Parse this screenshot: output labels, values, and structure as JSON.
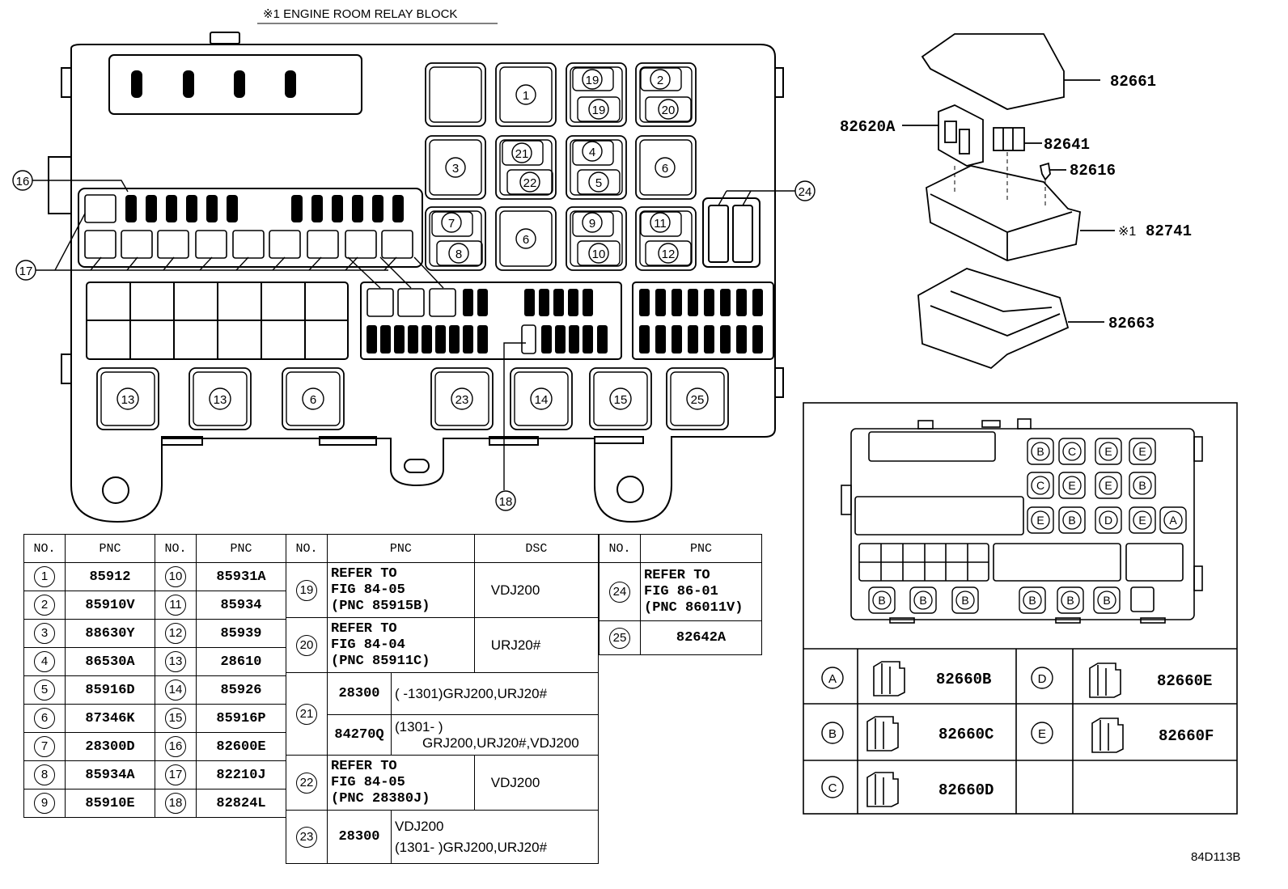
{
  "title": "※1  ENGINE ROOM RELAY BLOCK",
  "figure_code": "84D113B",
  "callouts": {
    "c16": "16",
    "c17": "17",
    "c18": "18",
    "c24": "24",
    "box": [
      "1",
      "3",
      "6",
      "7",
      "8",
      "19",
      "19",
      "21",
      "22",
      "2",
      "20",
      "4",
      "5",
      "6",
      "9",
      "10",
      "11",
      "12",
      "13",
      "13",
      "6",
      "23",
      "14",
      "15",
      "25"
    ]
  },
  "exploded_parts": {
    "cover": "82661",
    "relay_holder": "82620A",
    "small_relay": "82641",
    "terminal": "82616",
    "block_prefix": "※1",
    "block": "82741",
    "bracket": "82663"
  },
  "connector_letters": {
    "row1": [
      "B",
      "C",
      "E",
      "E"
    ],
    "row2": [
      "C",
      "E",
      "E",
      "B"
    ],
    "row3": [
      "E",
      "B",
      "D",
      "E",
      "A"
    ],
    "bottom_left": [
      "B",
      "B",
      "B"
    ],
    "bottom_right": [
      "B",
      "B",
      "B"
    ]
  },
  "connector_legend": [
    {
      "letter": "A",
      "part": "82660B"
    },
    {
      "letter": "D",
      "part": "82660E"
    },
    {
      "letter": "B",
      "part": "82660C"
    },
    {
      "letter": "E",
      "part": "82660F"
    },
    {
      "letter": "C",
      "part": "82660D"
    }
  ],
  "table1": {
    "headers": [
      "NO.",
      "PNC",
      "NO.",
      "PNC"
    ],
    "rows": [
      [
        "1",
        "85912",
        "10",
        "85931A"
      ],
      [
        "2",
        "85910V",
        "11",
        "85934"
      ],
      [
        "3",
        "88630Y",
        "12",
        "85939"
      ],
      [
        "4",
        "86530A",
        "13",
        "28610"
      ],
      [
        "5",
        "85916D",
        "14",
        "85926"
      ],
      [
        "6",
        "87346K",
        "15",
        "85916P"
      ],
      [
        "7",
        "28300D",
        "16",
        "82600E"
      ],
      [
        "8",
        "85934A",
        "17",
        "82210J"
      ],
      [
        "9",
        "85910E",
        "18",
        "82824L"
      ]
    ]
  },
  "table2": {
    "headers": [
      "NO.",
      "PNC",
      "DSC"
    ],
    "r19": {
      "no": "19",
      "pnc": "REFER TO\nFIG 84-05\n(PNC 85915B)",
      "dsc": "VDJ200"
    },
    "r20": {
      "no": "20",
      "pnc": "REFER TO\nFIG 84-04\n(PNC 85911C)",
      "dsc": "URJ20#"
    },
    "r21": {
      "no": "21",
      "pnc_a": "28300",
      "dsc_a": "(        -1301)GRJ200,URJ20#",
      "pnc_b": "84270Q",
      "dsc_b1": "(1301-        )",
      "dsc_b2": "GRJ200,URJ20#,VDJ200"
    },
    "r22": {
      "no": "22",
      "pnc": "REFER TO\nFIG 84-05\n(PNC 28380J)",
      "dsc": "VDJ200"
    },
    "r23": {
      "no": "23",
      "pnc": "28300",
      "dsc1": "VDJ200",
      "dsc2": "(1301-        )GRJ200,URJ20#"
    }
  },
  "table3": {
    "headers": [
      "NO.",
      "PNC"
    ],
    "r24": {
      "no": "24",
      "pnc": "REFER TO\nFIG 86-01\n(PNC 86011V)"
    },
    "r25": {
      "no": "25",
      "pnc": "82642A"
    }
  }
}
